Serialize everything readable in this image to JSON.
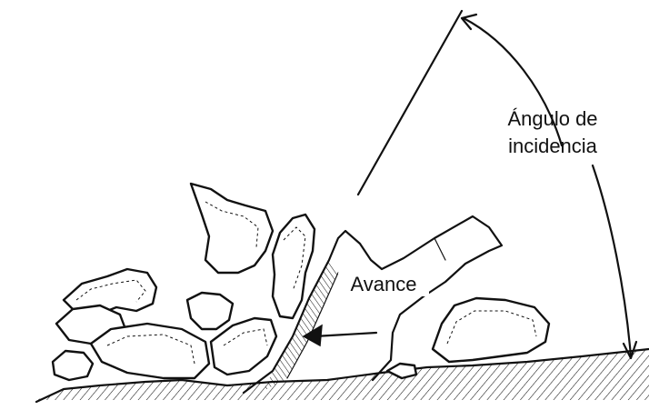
{
  "figure": {
    "angle_label_line1": "Ángulo de",
    "angle_label_line2": "incidencia",
    "advance_label": "Avance"
  },
  "colors": {
    "ink": "#111111",
    "background": "#ffffff"
  },
  "icons": [
    "arrow-left-icon",
    "angle-arc-arrow-icon"
  ]
}
